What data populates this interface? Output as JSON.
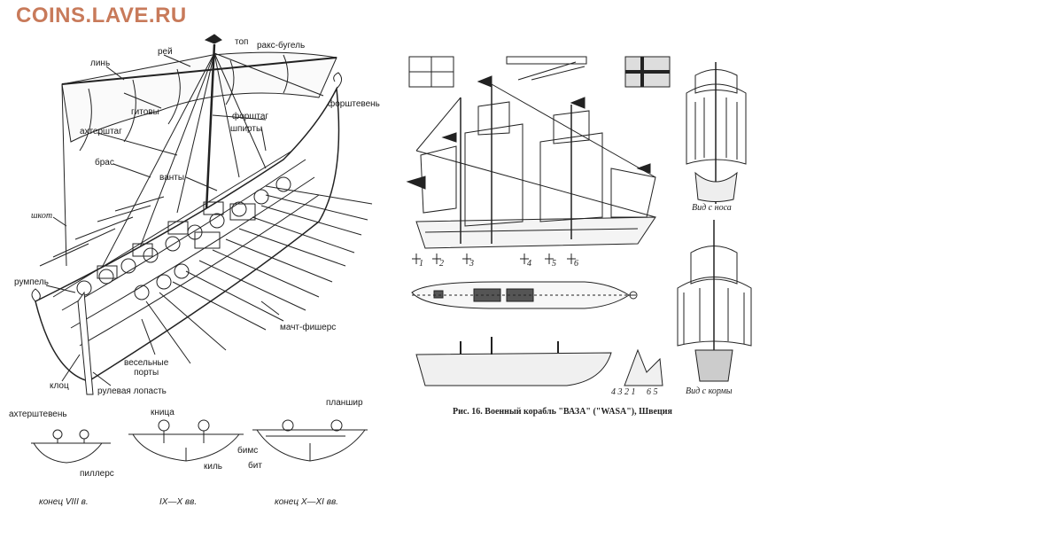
{
  "watermark": "COINS.LAVE.RU",
  "viking_labels": {
    "top": "топ",
    "raks_bugel": "ракс-бугель",
    "rey": "рей",
    "lin": "линь",
    "gitovy": "гитовы",
    "forshtag": "форштаг",
    "forshteven": "форштевень",
    "achtershtag": "ахтерштаг",
    "shpirty": "шпирты",
    "bras": "брас",
    "vanty": "ванты",
    "shkot": "шкот",
    "rumpel": "румпель",
    "macht_fishers": "мачт-фишерс",
    "veselnye_porty": "весельные\nпорты",
    "klots": "клоц",
    "rulevaya_lopast": "рулевая лопасть",
    "achtershteven": "ахтерштевень",
    "knitsa": "кница",
    "planshir": "планшир",
    "bims": "бимс",
    "kil": "киль",
    "bit": "бит",
    "pillers": "пиллерс"
  },
  "eras": [
    "конец VIII в.",
    "IX—X вв.",
    "конец X—XI вв."
  ],
  "wasa": {
    "caption": "Рис. 16. Военный корабль \"ВАЗА\" (\"WASA\"), Швеция",
    "bow_view": "Вид с носа",
    "stern_view": "Вид с кормы",
    "mast_numbers": [
      "1",
      "2",
      "3",
      "4",
      "5",
      "6"
    ],
    "section_numbers": "4 3 2 1     6 5"
  },
  "colors": {
    "watermark": "#c87a5a",
    "ink": "#222222"
  }
}
